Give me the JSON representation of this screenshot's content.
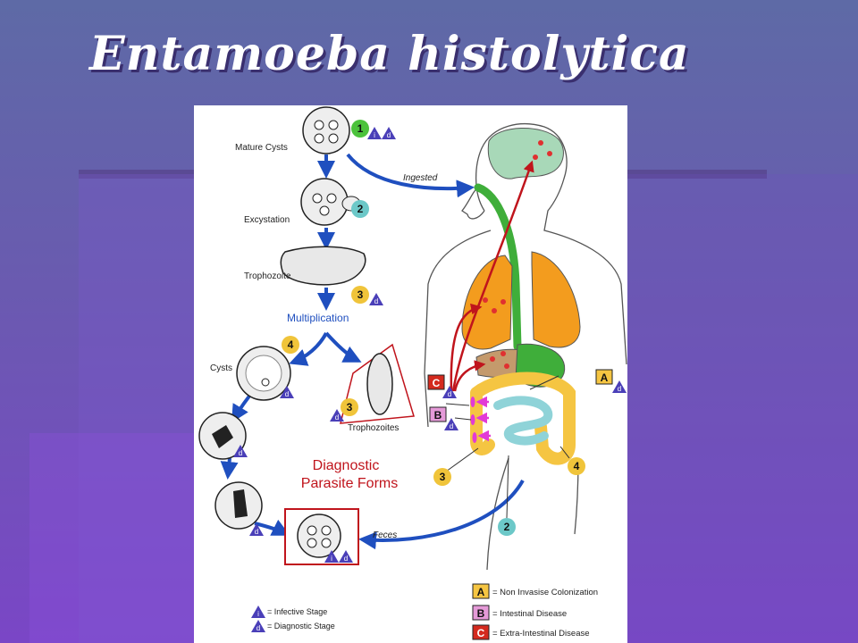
{
  "slide": {
    "title": "Entamoeba histolytica"
  },
  "figure": {
    "stages": {
      "mature_cysts": "Mature Cysts",
      "excystation": "Excystation",
      "trophozoite": "Trophozoite",
      "multiplication": "Multiplication",
      "cysts": "Cysts",
      "trophozoites": "Trophozoites"
    },
    "flow": {
      "ingested": "Ingested",
      "feces": "Feces"
    },
    "diagnostic": {
      "line1": "Diagnostic",
      "line2": "Parasite Forms"
    },
    "markers": {
      "n1": "1",
      "n2": "2",
      "n3": "3",
      "n4": "4",
      "A": "A",
      "B": "B",
      "C": "C",
      "i": "i",
      "d": "d"
    },
    "legend": {
      "infective": "= Infective Stage",
      "diagnostic": "= Diagnostic Stage",
      "a_label": "= Non Invasise Colonization",
      "b_label": "= Intestinal Disease",
      "c_label": "= Extra-Intestinal Disease"
    },
    "colors": {
      "arrow_blue": "#1f4fbf",
      "arrow_red": "#c0141c",
      "stage_green": "#4cc23c",
      "stage_teal": "#6cc8c8",
      "stage_yellow": "#f0c43a",
      "brain": "#a8d8b8",
      "lungs": "#f39c1e",
      "liver": "#c49a6c",
      "stomach": "#3fae3a",
      "large_intestine": "#f5c542",
      "small_intestine": "#8fd3d8",
      "marker_A": "#f5c542",
      "marker_B": "#e59ad8",
      "marker_C": "#d42a1e",
      "triangle": "#4a3fb8"
    }
  }
}
